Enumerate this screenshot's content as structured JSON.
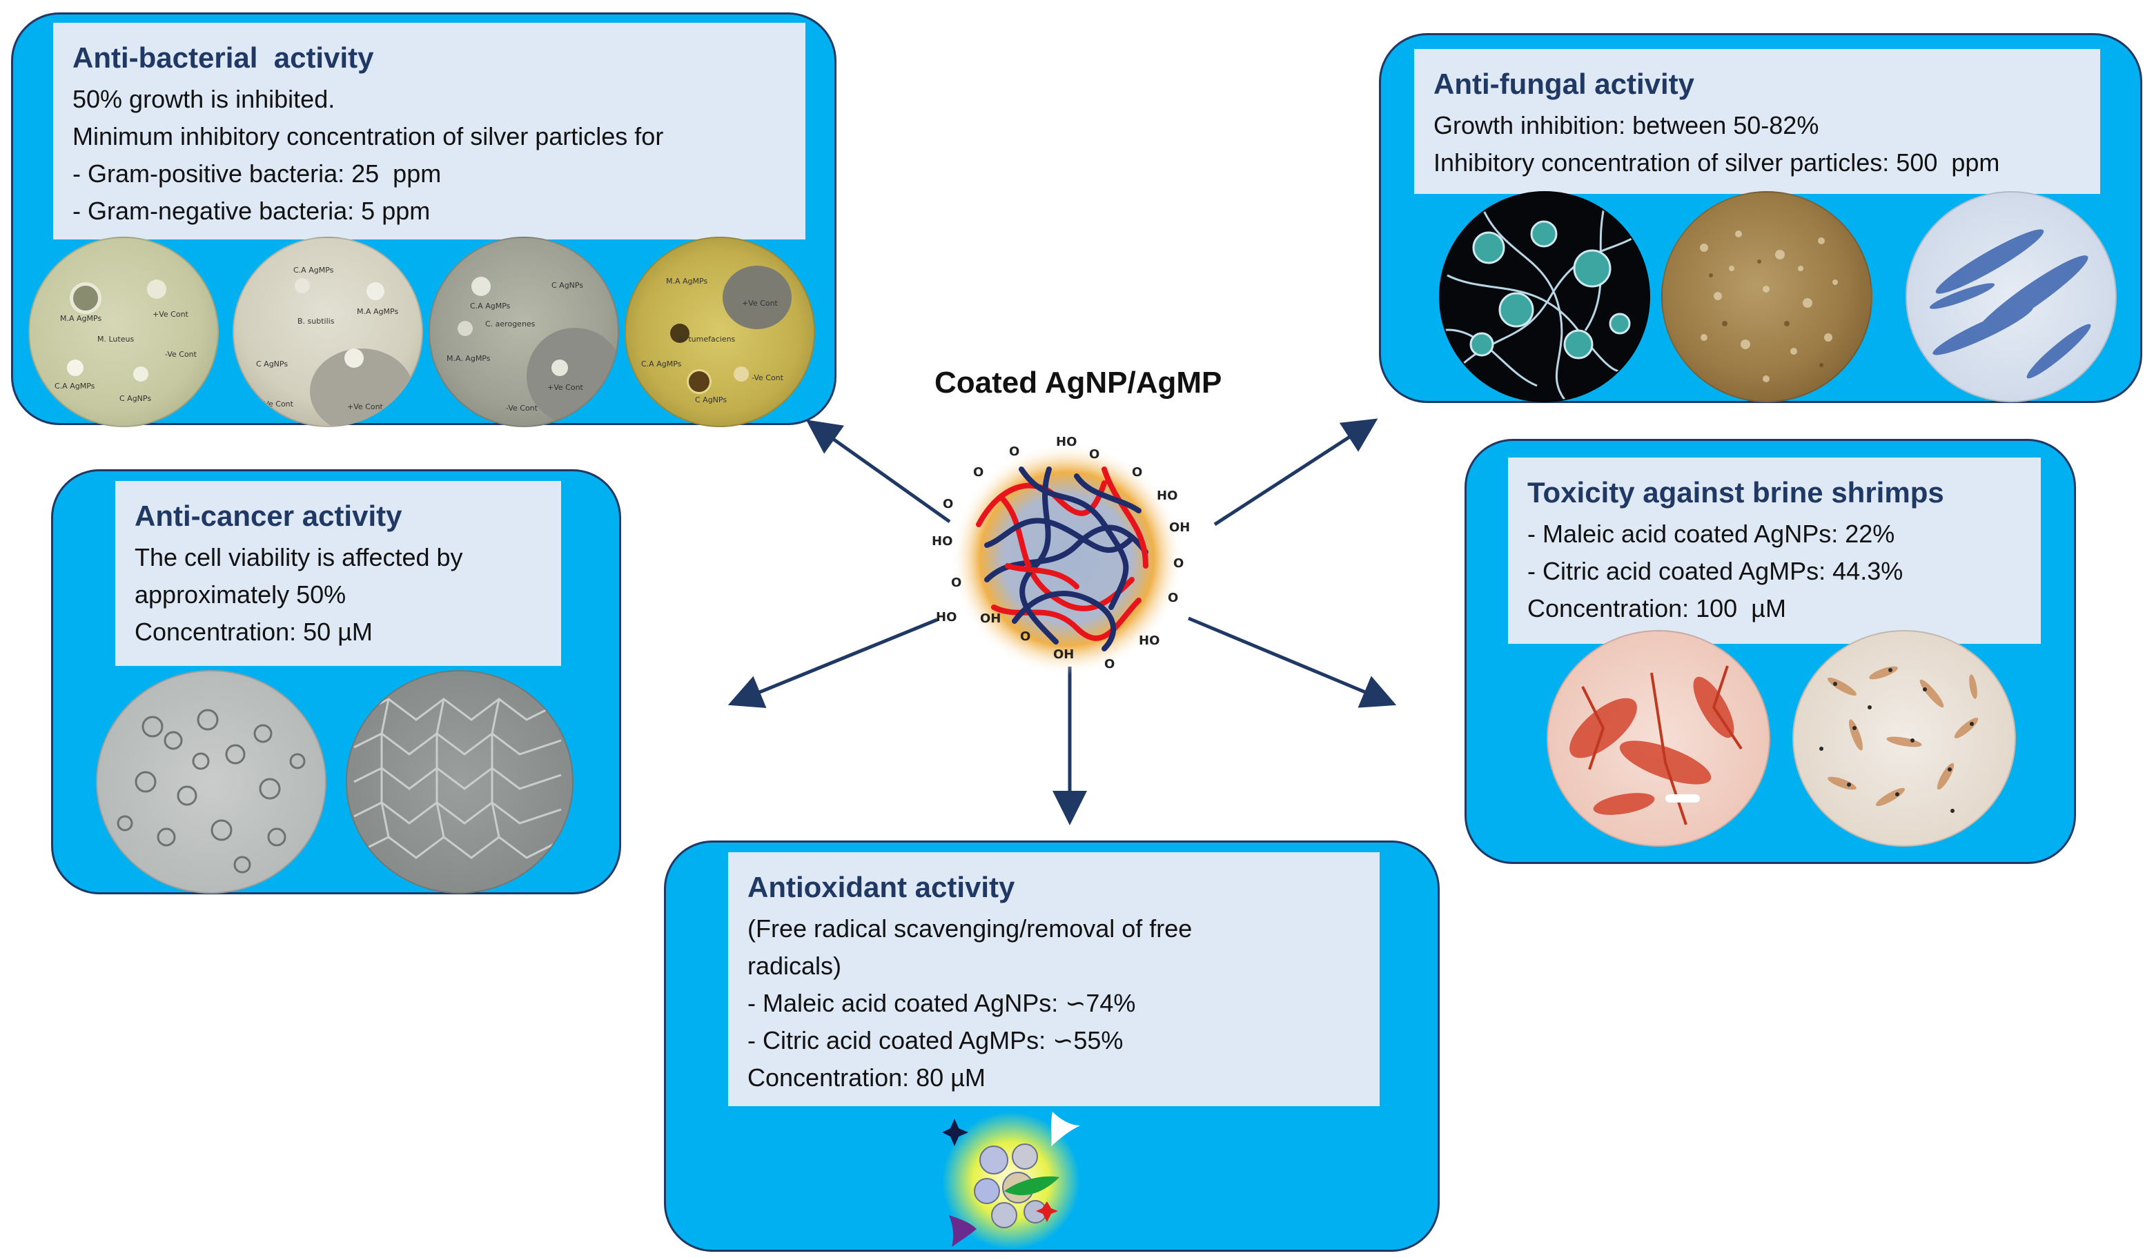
{
  "center": {
    "title": "Coated AgNP/AgMP"
  },
  "antibacterial": {
    "title": "Anti-bacterial  activity",
    "lines": [
      "50% growth is inhibited.",
      "Minimum inhibitory concentration of silver particles for",
      "- Gram-positive bacteria: 25  ppm",
      "- Gram-negative bacteria: 5 ppm"
    ],
    "plates": [
      {
        "labels": [
          "M.A AgMPs",
          "+Ve Cont",
          "M. Luteus",
          "C.A AgMPs",
          "-Ve Cont",
          "C AgNPs"
        ]
      },
      {
        "labels": [
          "C.A AgMPs",
          "M.A AgMPs",
          "B. subtilis",
          "C AgNPs",
          "-Ve Cont",
          "+Ve Cont"
        ]
      },
      {
        "labels": [
          "C AgNPs",
          "C.A AgMPs",
          "C. aerogenes",
          "M.A. AgMPs",
          "+Ve Cont",
          "-Ve Cont"
        ]
      },
      {
        "labels": [
          "M.A AgMPs",
          "+Ve Cont",
          "A. tumefaciens",
          "C.A AgMPs",
          "C AgNPs",
          "-Ve Cont"
        ]
      }
    ]
  },
  "antifungal": {
    "title": "Anti-fungal activity",
    "lines": [
      "Growth inhibition: between 50-82%",
      "Inhibitory concentration of silver particles: 500  ppm"
    ]
  },
  "anticancer": {
    "title": "Anti-cancer activity",
    "lines": [
      "The cell viability is affected by",
      "approximately 50%",
      "Concentration: 50 µM"
    ]
  },
  "brine": {
    "title": "Toxicity against brine shrimps",
    "lines": [
      "- Maleic acid coated AgNPs: 22%",
      "- Citric acid coated AgMPs: 44.3%",
      "Concentration: 100  µM"
    ]
  },
  "antioxidant": {
    "title": "Antioxidant activity",
    "lines": [
      "(Free radical scavenging/removal of free",
      "radicals)",
      "- Maleic acid coated AgNPs: ∽74%",
      "- Citric acid coated AgMPs: ∽55%",
      "Concentration: 80 µM"
    ]
  },
  "particle": {
    "groups": [
      "O",
      "HO",
      "O",
      "O",
      "HO",
      "OH",
      "O",
      "O",
      "HO",
      "O",
      "OH",
      "O",
      "OH",
      "O",
      "HO",
      "O",
      "O",
      "HO"
    ]
  },
  "colors": {
    "panel": "#00b0f0",
    "panel_border": "#1f3864",
    "textbox": "#dee9f5",
    "title": "#1f3864",
    "arrow": "#1f3864",
    "chain_red": "#e8141c",
    "chain_navy": "#1f2d6b"
  }
}
